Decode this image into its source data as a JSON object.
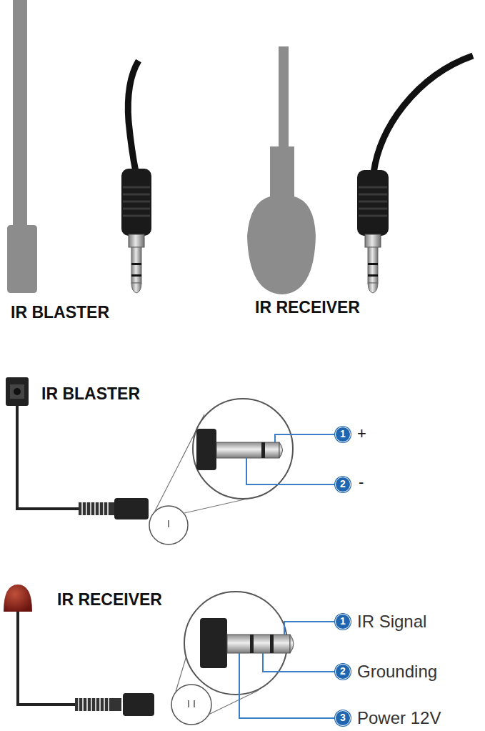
{
  "diagram": {
    "nodes": [
      {
        "text": [
          "1"
        ]
      },
      {
        "text": [
          "2"
        ]
      },
      {
        "text": [
          "1"
        ]
      },
      {
        "text": [
          "2"
        ]
      },
      {
        "text": [
          "3"
        ]
      }
    ],
    "labels": [
      "IR BLASTER",
      "IR RECEIVER",
      "IR BLASTER",
      "+",
      "-",
      "IR RECEIVER",
      "IR Signal",
      "Grounding",
      "Power 12V"
    ]
  }
}
